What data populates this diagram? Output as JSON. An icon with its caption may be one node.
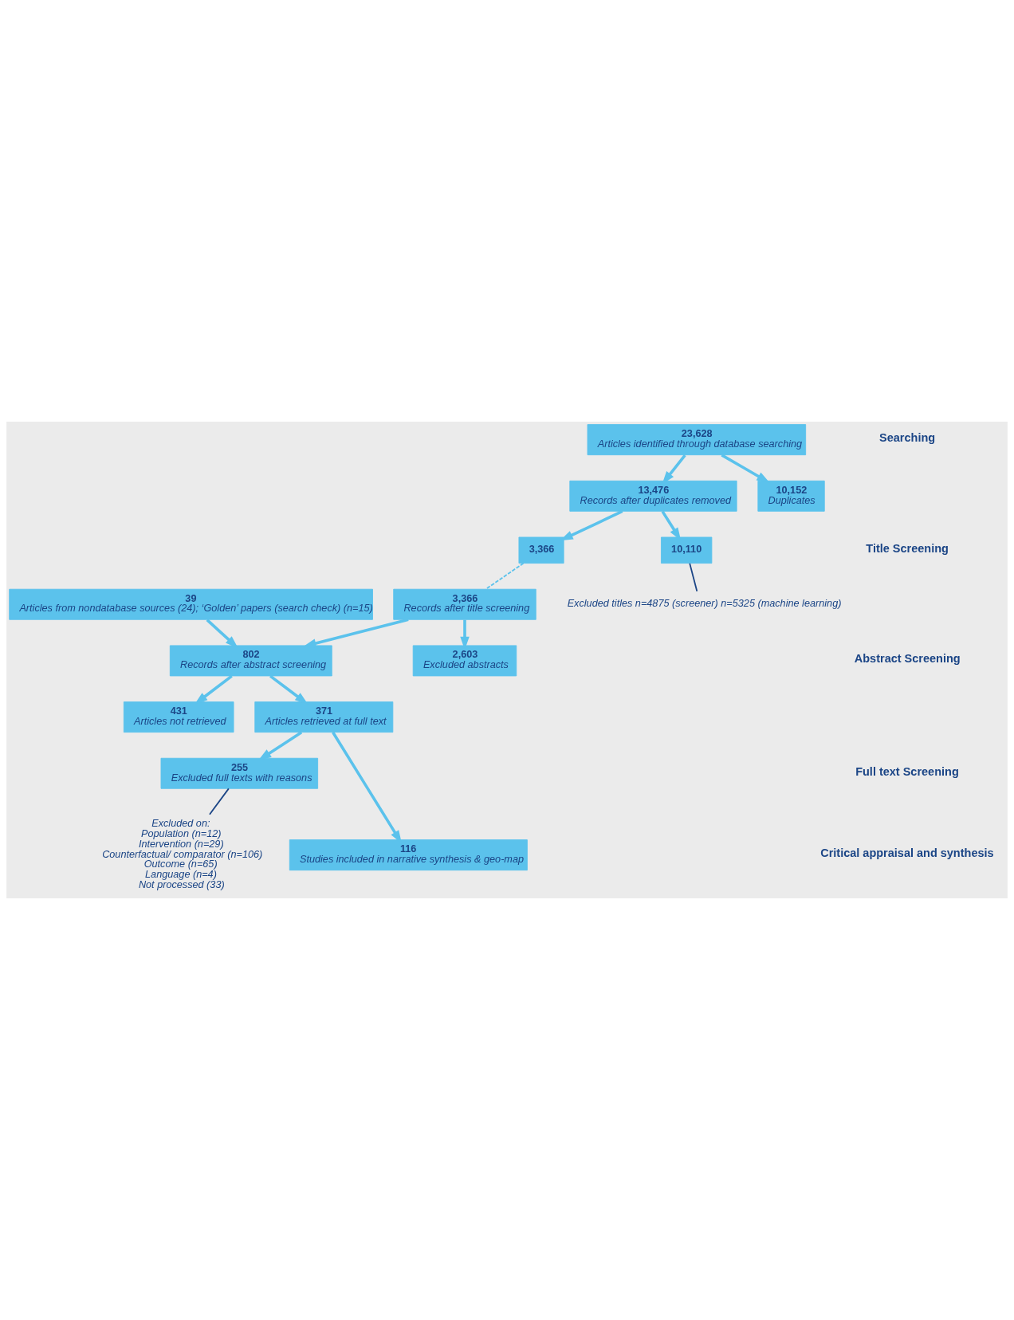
{
  "diagram": {
    "nodes": [
      {
        "text": [
          "39",
          "Articles from nondatabase sources (24); ‘Golden’ papers (search check) (n=15)"
        ]
      },
      {
        "text": [
          "23,628",
          "Articles identified through database searching"
        ]
      },
      {
        "text": [
          "13,476",
          "Records after duplicates removed"
        ]
      },
      {
        "text": [
          "10,152",
          "Duplicates"
        ]
      },
      {
        "text": [
          "3,366"
        ]
      },
      {
        "text": [
          "10,110"
        ]
      },
      {
        "text": [
          "Excluded titles n=4875 (screener) n=5325 (machine learning)"
        ]
      },
      {
        "text": [
          "3,366",
          "Records after title screening"
        ]
      },
      {
        "text": [
          "802",
          "Records after abstract screening"
        ]
      },
      {
        "text": [
          "2,603",
          "Excluded abstracts"
        ]
      },
      {
        "text": [
          "431",
          "Articles not retrieved"
        ]
      },
      {
        "text": [
          "371",
          "Articles retrieved at full text"
        ]
      },
      {
        "text": [
          "255",
          "Excluded full texts with reasons"
        ]
      },
      {
        "text": [
          "Excluded on:",
          "Population (n=12)",
          "Intervention (n=29)",
          "Counterfactual/ comparator (n=106)",
          "Outcome (n=65)",
          "Language (n=4)",
          "Not processed (33)"
        ]
      },
      {
        "text": [
          "116",
          "Studies included in narrative synthesis & geo-map"
        ]
      }
    ],
    "edges": [
      {
        "from": 1,
        "to": 2,
        "arrow": "to"
      },
      {
        "from": 1,
        "to": 3,
        "arrow": "to"
      },
      {
        "from": 2,
        "to": 4,
        "arrow": "to"
      },
      {
        "from": 2,
        "to": 5,
        "arrow": "to"
      },
      {
        "from": 5,
        "to": 6,
        "arrow": "none",
        "color": "#1b4586"
      },
      {
        "from": 4,
        "to": 7,
        "arrow": "none",
        "style": "dashed"
      },
      {
        "from": 0,
        "to": 8,
        "arrow": "to"
      },
      {
        "from": 7,
        "to": 8,
        "arrow": "to"
      },
      {
        "from": 7,
        "to": 9,
        "arrow": "to"
      },
      {
        "from": 8,
        "to": 10,
        "arrow": "to"
      },
      {
        "from": 8,
        "to": 11,
        "arrow": "to"
      },
      {
        "from": 11,
        "to": 12,
        "arrow": "to"
      },
      {
        "from": 12,
        "to": 13,
        "arrow": "none",
        "color": "#1b4586"
      },
      {
        "from": 11,
        "to": 14,
        "arrow": "to"
      }
    ],
    "labels": [
      "Searching",
      "Title Screening",
      "Abstract Screening",
      "Full text Screening",
      "Critical appraisal and synthesis"
    ]
  }
}
